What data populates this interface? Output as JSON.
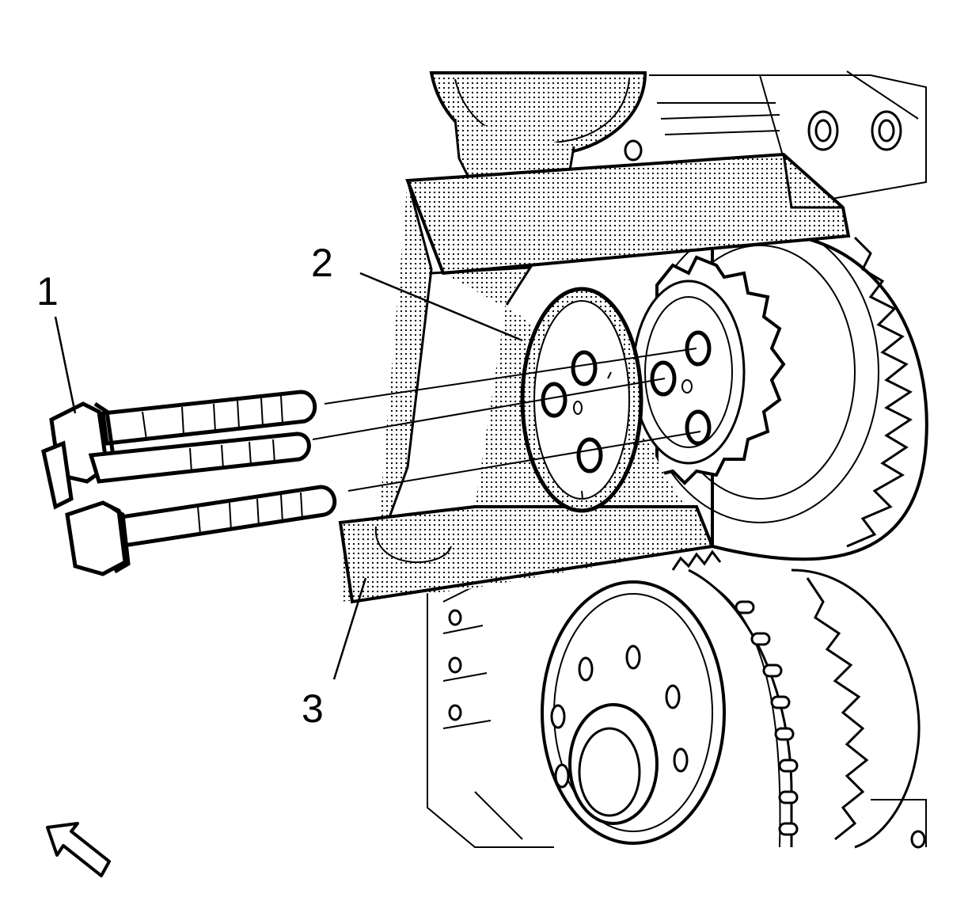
{
  "callouts": [
    {
      "id": "1",
      "label": "1"
    },
    {
      "id": "2",
      "label": "2"
    },
    {
      "id": "3",
      "label": "3"
    }
  ],
  "icons": {
    "direction_arrow": "arrow-up-left-icon"
  },
  "colors": {
    "ink": "#000000",
    "paper": "#ffffff",
    "stipple": "#000000"
  }
}
